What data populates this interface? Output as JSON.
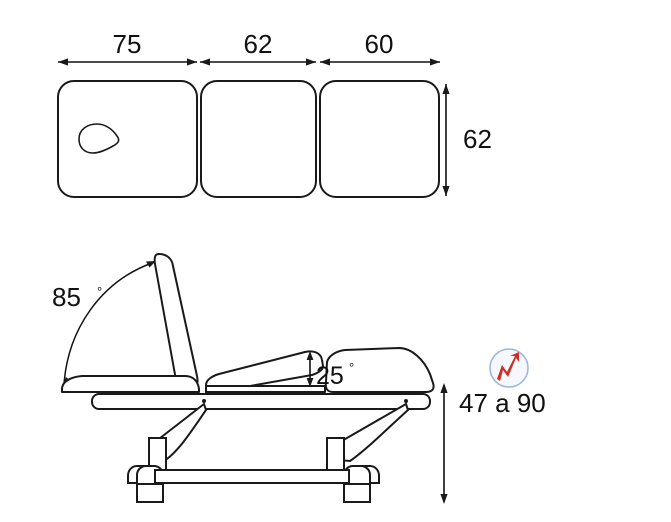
{
  "diagram": {
    "title": "Treatment table technical drawing",
    "type": "technical-dimension-drawing",
    "units": "cm",
    "line_color": "#1a1a1a",
    "background_color": "#ffffff"
  },
  "top_view": {
    "name": "top-view",
    "section_widths": [
      {
        "label": "75",
        "value": 75
      },
      {
        "label": "62",
        "value": 62
      },
      {
        "label": "60",
        "value": 60
      }
    ],
    "depth": {
      "label": "62",
      "value": 62
    },
    "sections": [
      {
        "name": "head-section",
        "has_face_hole": true
      },
      {
        "name": "middle-section",
        "has_face_hole": false
      },
      {
        "name": "leg-section",
        "has_face_hole": false
      }
    ],
    "face_hole_name": "face-hole"
  },
  "side_view": {
    "name": "side-elevation",
    "backrest_angle": {
      "value": "85",
      "unit": "°"
    },
    "leg_section_angle": {
      "value": "25",
      "unit": "°"
    },
    "height_range": {
      "label": "47 a 90",
      "min": 47,
      "max": 90
    }
  },
  "logo": {
    "name": "brand-logo",
    "arrow_color": "#d32b23",
    "ring_color": "#9fb8d8",
    "fill_color": "#f5f8fc"
  }
}
